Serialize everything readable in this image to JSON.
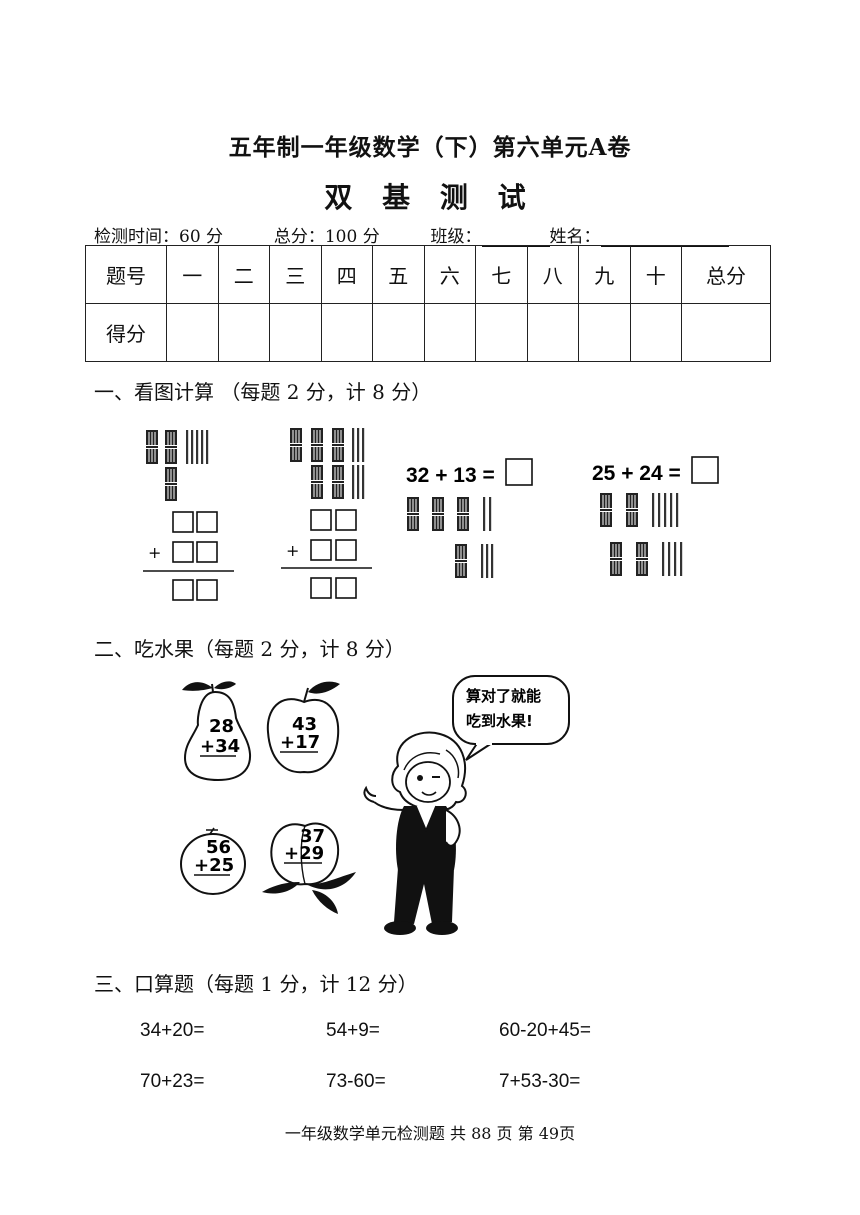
{
  "header": {
    "title": "五年制一年级数学（下）第六单元A卷",
    "subtitle": "双 基 测 试",
    "time_label": "检测时间：60 分",
    "total_label": "总分：100 分",
    "class_label": "班级：",
    "name_label": "姓名："
  },
  "score_table": {
    "row1": [
      "题号",
      "一",
      "二",
      "三",
      "四",
      "五",
      "六",
      "七",
      "八",
      "九",
      "十",
      "总分"
    ],
    "row2_label": "得分"
  },
  "section1": {
    "heading": "一、看图计算  （每题 2 分，计 8 分）",
    "eq3": "32 + 13 =",
    "eq4": "25 + 24 =",
    "plus": "+"
  },
  "section2": {
    "heading": "二、吃水果（每题 2 分，计 8 分）",
    "pear": {
      "top": "28",
      "bottom": "+34"
    },
    "apple": {
      "top": "43",
      "bottom": "+17"
    },
    "orange": {
      "top": "56",
      "bottom": "+25"
    },
    "peach": {
      "top": "37",
      "bottom": "+29"
    },
    "speech_line1": "算对了就能",
    "speech_line2": "吃到水果!"
  },
  "section3": {
    "heading": "三、口算题（每题 1 分，计 12 分）",
    "rows": [
      [
        "34+20=",
        "54+9=",
        "60-20+45="
      ],
      [
        "70+23=",
        "73-60=",
        "7+53-30="
      ]
    ]
  },
  "footer": "一年级数学单元检测题 共 88 页   第 49页"
}
